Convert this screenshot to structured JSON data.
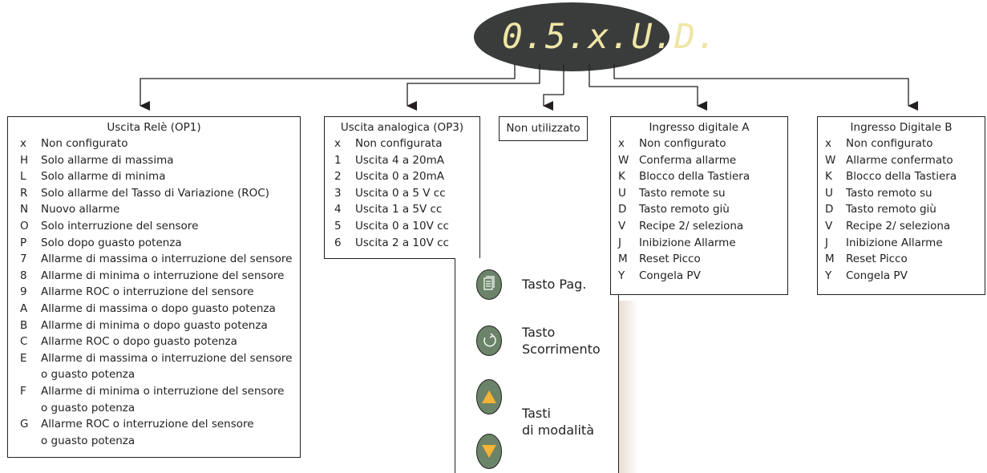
{
  "display": {
    "text": "0.5.x.U.D.",
    "bg_color": "#3a3c3c",
    "digit_color": "#f0e6a6"
  },
  "boxes": {
    "op1": {
      "title": "Uscita Relè (OP1)",
      "rows": [
        {
          "code": "x",
          "label": "Non configurato"
        },
        {
          "code": "H",
          "label": "Solo allarme di massima"
        },
        {
          "code": "L",
          "label": "Solo allarme di minima"
        },
        {
          "code": "R",
          "label": "Solo allarme del Tasso di Variazione (ROC)"
        },
        {
          "code": "N",
          "label": "Nuovo allarme"
        },
        {
          "code": "O",
          "label": "Solo interruzione del sensore"
        },
        {
          "code": "P",
          "label": "Solo dopo guasto potenza"
        },
        {
          "code": "7",
          "label": "Allarme di massima o interruzione del sensore"
        },
        {
          "code": "8",
          "label": "Allarme di minima o interruzione del sensore"
        },
        {
          "code": "9",
          "label": "Allarme ROC o interruzione del sensore"
        },
        {
          "code": "A",
          "label": "Allarme di massima o dopo guasto potenza"
        },
        {
          "code": "B",
          "label": "Allarme di minima o dopo guasto potenza"
        },
        {
          "code": "C",
          "label": "Allarme ROC o dopo guasto potenza"
        },
        {
          "code": "E",
          "label": "Allarme di massima o interruzione del sensore"
        },
        {
          "code": "",
          "label": "o guasto potenza"
        },
        {
          "code": "F",
          "label": "Allarme di minima o interruzione del sensore"
        },
        {
          "code": "",
          "label": "o guasto potenza"
        },
        {
          "code": "G",
          "label": "Allarme ROC o interruzione del sensore"
        },
        {
          "code": "",
          "label": "o guasto potenza"
        }
      ]
    },
    "op3": {
      "title": "Uscita analogica (OP3)",
      "rows": [
        {
          "code": "x",
          "label": "Non configurata"
        },
        {
          "code": "1",
          "label": "Uscita 4 a 20mA"
        },
        {
          "code": "2",
          "label": "Uscita 0 a 20mA"
        },
        {
          "code": "3",
          "label": "Uscita 0 a 5 V cc"
        },
        {
          "code": "4",
          "label": "Uscita 1 a 5V cc"
        },
        {
          "code": "5",
          "label": "Uscita 0 a 10V cc"
        },
        {
          "code": "6",
          "label": "Uscita 2 a 10V cc"
        }
      ]
    },
    "unused": {
      "title": "Non utilizzato"
    },
    "digital_a": {
      "title": "Ingresso digitale A",
      "rows": [
        {
          "code": "x",
          "label": "Non configurato"
        },
        {
          "code": "W",
          "label": "Conferma allarme"
        },
        {
          "code": "K",
          "label": "Blocco della Tastiera"
        },
        {
          "code": "U",
          "label": "Tasto remote su"
        },
        {
          "code": "D",
          "label": "Tasto remoto giù"
        },
        {
          "code": "V",
          "label": "Recipe 2/ seleziona"
        },
        {
          "code": "J",
          "label": "Inibizione Allarme"
        },
        {
          "code": "M",
          "label": "Reset Picco"
        },
        {
          "code": "Y",
          "label": "Congela PV"
        }
      ]
    },
    "digital_b": {
      "title": "Ingresso Digitale B",
      "rows": [
        {
          "code": "x",
          "label": "Non configurato"
        },
        {
          "code": "W",
          "label": "Allarme confermato"
        },
        {
          "code": "K",
          "label": "Blocco della Tastiera"
        },
        {
          "code": "U",
          "label": "Tasto remoto su"
        },
        {
          "code": "D",
          "label": "Tasto remoto giù"
        },
        {
          "code": "V",
          "label": "Recipe 2/ seleziona"
        },
        {
          "code": "J",
          "label": "Inibizione Allarme"
        },
        {
          "code": "M",
          "label": "Reset Picco"
        },
        {
          "code": "Y",
          "label": "Congela PV"
        }
      ]
    }
  },
  "keys": {
    "page_label": "Tasto Pag.",
    "scroll_label_1": "Tasto",
    "scroll_label_2": "Scorrimento",
    "mode_label_1": "Tasti",
    "mode_label_2": "di modalità",
    "button_color": "#6b8469",
    "arrow_color": "#f5b335"
  }
}
